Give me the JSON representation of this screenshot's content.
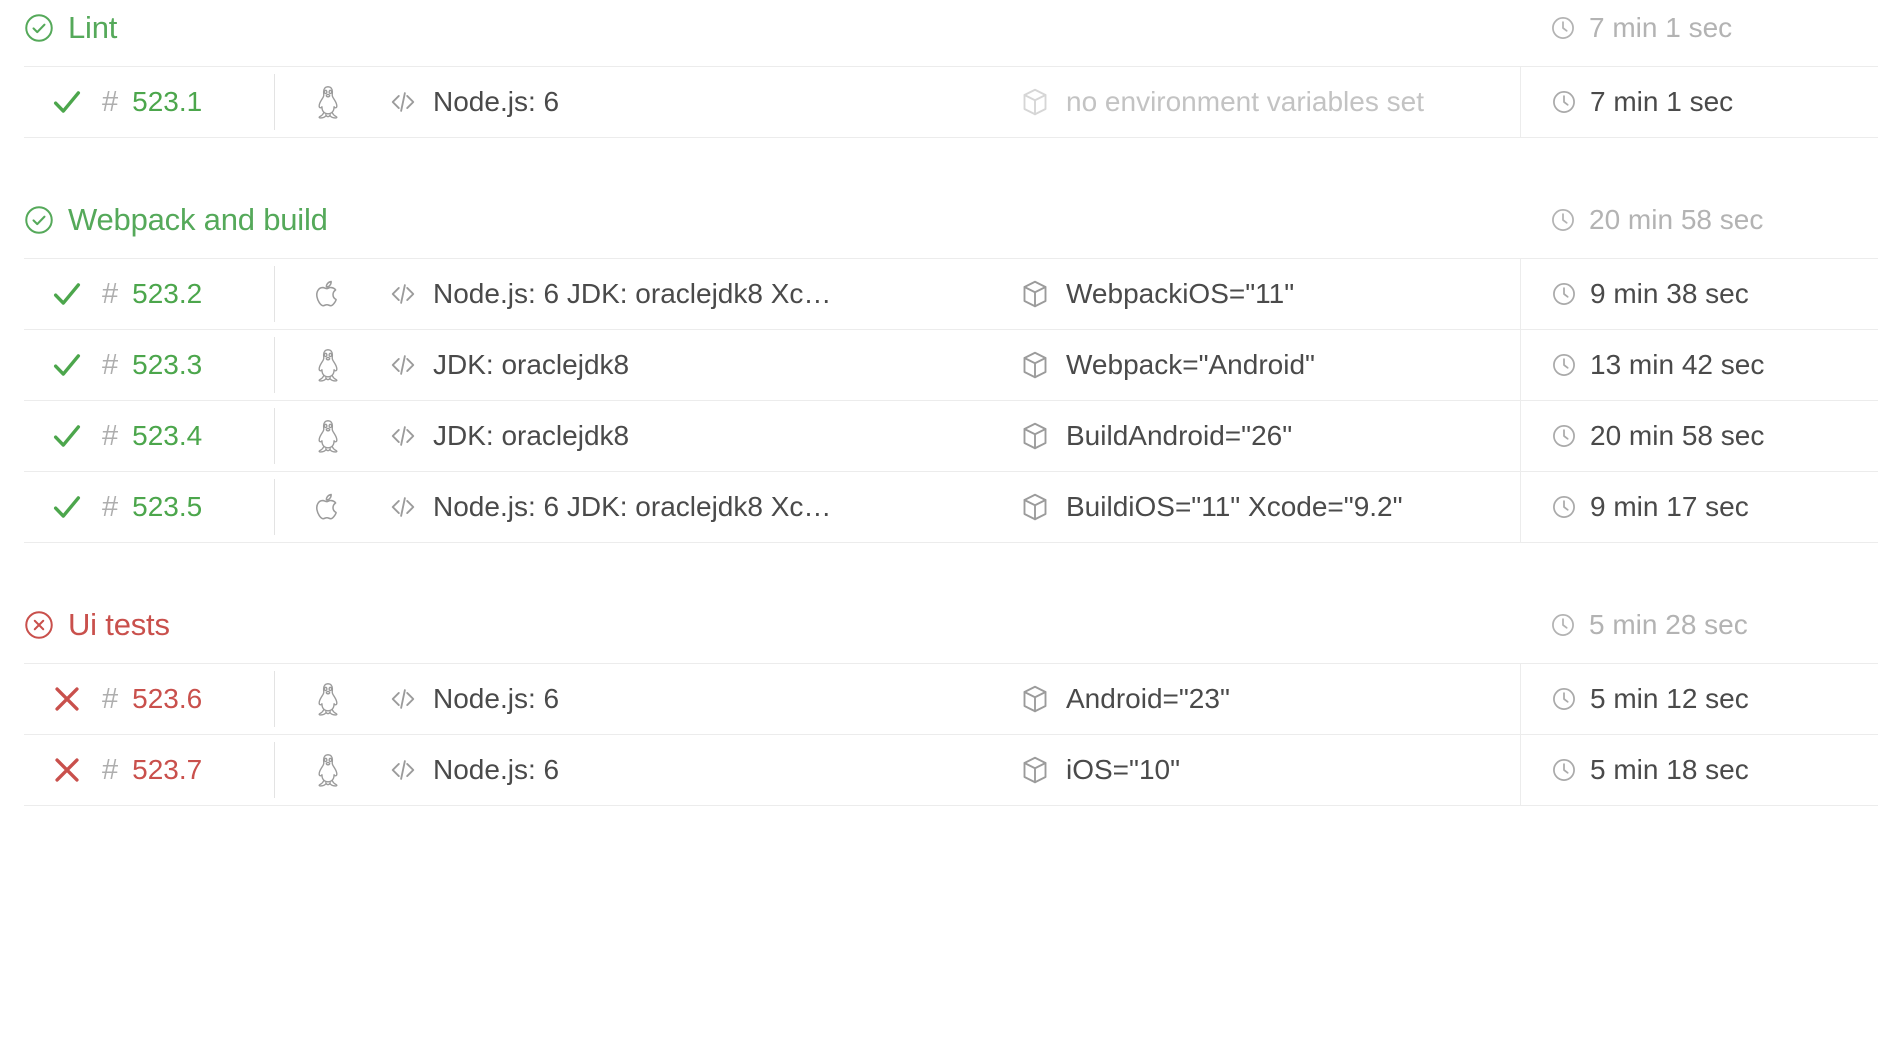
{
  "colors": {
    "success_green": "#55a95a",
    "success_number_green": "#4ca64c",
    "failure_red": "#c9504c",
    "muted_grey": "#b3b3b3",
    "text_grey": "#4a4a4a",
    "hash_grey": "#aeaeae",
    "row_border": "#ececec",
    "background": "#ffffff"
  },
  "icons": {
    "section_success": "check-circle-icon",
    "section_failure": "x-circle-icon",
    "row_success": "check-icon",
    "row_failure": "x-icon",
    "clock": "clock-icon",
    "hash": "hash-icon",
    "code": "code-brackets-icon",
    "cube": "cube-icon",
    "linux": "linux-penguin-icon",
    "apple": "apple-icon"
  },
  "sections": [
    {
      "id": "lint",
      "title": "Lint",
      "status": "success",
      "status_icon": "check-circle-icon",
      "duration": "7 min 1 sec",
      "rows": [
        {
          "status": "success",
          "status_icon": "check-icon",
          "hash": "#",
          "number": "523.1",
          "os": "linux",
          "os_icon": "linux-penguin-icon",
          "language": "Node.js: 6",
          "env": "no environment variables set",
          "env_empty": true,
          "duration": "7 min 1 sec"
        }
      ]
    },
    {
      "id": "webpack-and-build",
      "title": "Webpack and build",
      "status": "success",
      "status_icon": "check-circle-icon",
      "duration": "20 min 58 sec",
      "rows": [
        {
          "status": "success",
          "status_icon": "check-icon",
          "hash": "#",
          "number": "523.2",
          "os": "macos",
          "os_icon": "apple-icon",
          "language": "Node.js: 6 JDK: oraclejdk8 Xc…",
          "env": "WebpackiOS=\"11\"",
          "env_empty": false,
          "duration": "9 min 38 sec"
        },
        {
          "status": "success",
          "status_icon": "check-icon",
          "hash": "#",
          "number": "523.3",
          "os": "linux",
          "os_icon": "linux-penguin-icon",
          "language": "JDK: oraclejdk8",
          "env": "Webpack=\"Android\"",
          "env_empty": false,
          "duration": "13 min 42 sec"
        },
        {
          "status": "success",
          "status_icon": "check-icon",
          "hash": "#",
          "number": "523.4",
          "os": "linux",
          "os_icon": "linux-penguin-icon",
          "language": "JDK: oraclejdk8",
          "env": "BuildAndroid=\"26\"",
          "env_empty": false,
          "duration": "20 min 58 sec"
        },
        {
          "status": "success",
          "status_icon": "check-icon",
          "hash": "#",
          "number": "523.5",
          "os": "macos",
          "os_icon": "apple-icon",
          "language": "Node.js: 6 JDK: oraclejdk8 Xc…",
          "env": "BuildiOS=\"11\" Xcode=\"9.2\"",
          "env_empty": false,
          "duration": "9 min 17 sec"
        }
      ]
    },
    {
      "id": "ui-tests",
      "title": "Ui tests",
      "status": "failed",
      "status_icon": "x-circle-icon",
      "duration": "5 min 28 sec",
      "rows": [
        {
          "status": "failed",
          "status_icon": "x-icon",
          "hash": "#",
          "number": "523.6",
          "os": "linux",
          "os_icon": "linux-penguin-icon",
          "language": "Node.js: 6",
          "env": "Android=\"23\"",
          "env_empty": false,
          "duration": "5 min 12 sec"
        },
        {
          "status": "failed",
          "status_icon": "x-icon",
          "hash": "#",
          "number": "523.7",
          "os": "linux",
          "os_icon": "linux-penguin-icon",
          "language": "Node.js: 6",
          "env": "iOS=\"10\"",
          "env_empty": false,
          "duration": "5 min 18 sec"
        }
      ]
    }
  ]
}
